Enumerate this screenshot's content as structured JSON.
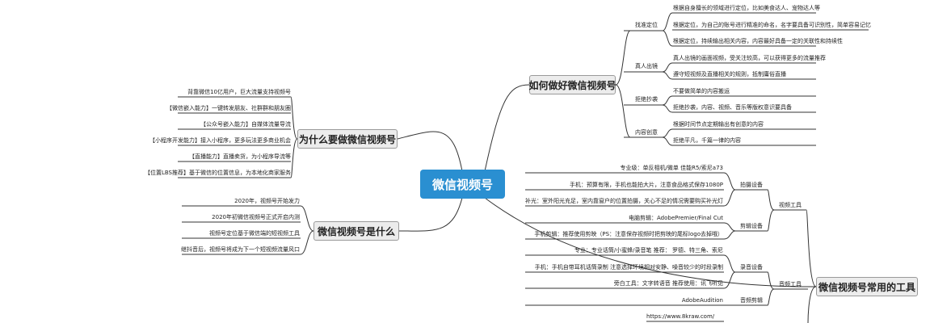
{
  "center": "微信视频号",
  "branch_why": {
    "title": "为什么要做微信视频号",
    "items": [
      "背靠微信10亿用户，巨大流量支持视频号",
      "【微信嵌入能力】一键转发朋友、社群群和朋友圈",
      "【公众号嵌入能力】自媒体流量导流",
      "【小程序开发能力】接入小程序，更多玩法更多商业机会",
      "【直播能力】直播卖货，为小程序导流等",
      "【位置LBS推荐】基于微信的位置信息，为本地化商家服务"
    ]
  },
  "branch_what": {
    "title": "微信视频号是什么",
    "items": [
      "2020年，视频号开始发力",
      "2020年初微信视频号正式开启内测",
      "视频号定位基于微信端的短视频工具",
      "继抖音后，视频号将成为下一个短视频流量风口"
    ]
  },
  "branch_how": {
    "title": "如何做好微信视频号",
    "groups": [
      {
        "label": "找准定位",
        "items": [
          "根据自身擅长的领域进行定位，比如美食达人、宠物达人等",
          "根据定位，为自己的账号进行精准的命名，名字要具备可识别性，简单容易记忆",
          "根据定位，持续输出相关内容，内容最好具备一定的关联性和持续性"
        ]
      },
      {
        "label": "真人出镜",
        "items": [
          "真人出镜的画面视频，受关注较高，可以获得更多的流量推荐",
          "遵守短视频及直播相关的规则，抵制庸俗直播"
        ]
      },
      {
        "label": "拒绝抄袭",
        "items": [
          "不要做简单的内容搬运",
          "拒绝抄袭，内容、视频、音乐等版权意识要具备"
        ]
      },
      {
        "label": "内容创意",
        "items": [
          "根据时间节点定期输出有创意的内容",
          "拒绝平凡，千篇一律的内容"
        ]
      }
    ]
  },
  "branch_tools": {
    "title": "微信视频号常用的工具",
    "video_tools": "视频工具",
    "audio_tools": "音频工具",
    "groups": [
      {
        "label": "拍摄设备",
        "items": [
          "专业级：单反相机/微单 佳能R5/索尼a73",
          "手机：预算有限，手机也能拍大片，注意食品格式保存1080P",
          "补光：室外阳光充足，室内靠窗户的位置拍摄，关心不足的情况需要购买补光灯"
        ]
      },
      {
        "label": "剪辑设备",
        "items": [
          "电脑剪辑：AdobePremier/Final Cut",
          "手机剪辑：推荐使用剪映（PS：注意保存视频时把剪映的尾标logo去掉哦）"
        ]
      },
      {
        "label": "录音设备",
        "items": [
          "专业：专业话筒/小蜜蜂/录音笔 推荐：  罗德、特三角、索尼",
          "手机：手机自带耳机话筒录制 注意选择环境相对安静、噪音较少的时段录制",
          "旁白工具：文字转语音 推荐使用：讯飞听见"
        ]
      },
      {
        "label": "音频剪辑",
        "items": [
          "AdobeAudition"
        ]
      }
    ],
    "link": "https://www.8kraw.com/"
  }
}
